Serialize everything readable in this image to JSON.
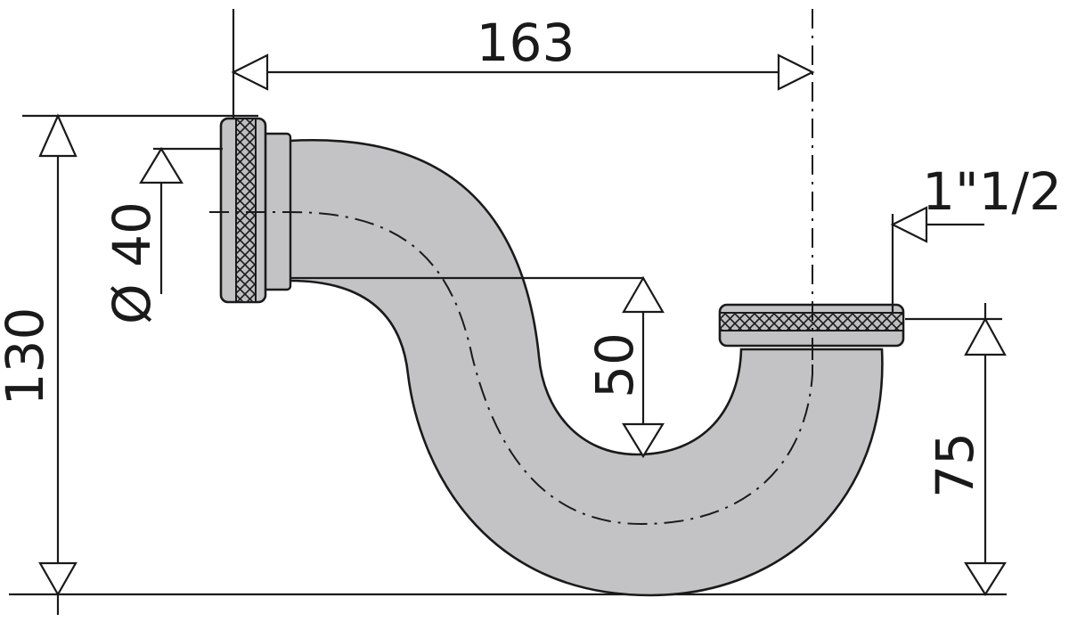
{
  "dimensions": {
    "width": "163",
    "height": "130",
    "inlet_diameter": "Ø 40",
    "drop": "50",
    "outlet_height": "75",
    "outlet_thread": "1\"1/2"
  },
  "colors": {
    "pipe_fill": "#c3c3c5",
    "outline": "#1a1a1a",
    "background": "#ffffff"
  }
}
